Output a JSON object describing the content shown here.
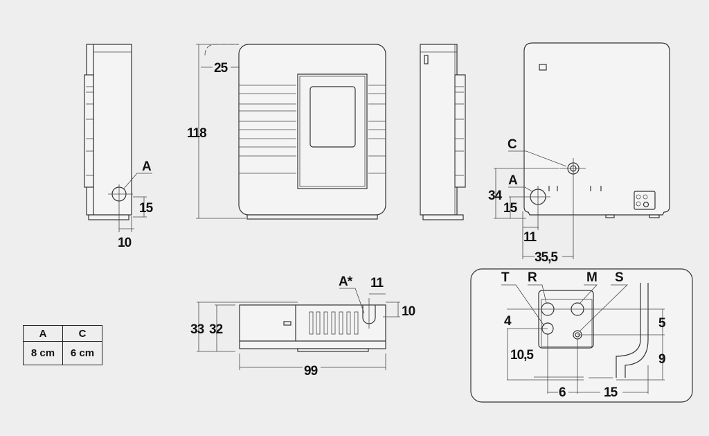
{
  "side_view": {
    "label_a": "A",
    "dim_height": "15",
    "dim_offset": "10"
  },
  "front_view": {
    "dim_depth": "25",
    "dim_height": "118"
  },
  "back_view": {
    "label_c": "C",
    "label_a": "A",
    "dim_34": "34",
    "dim_15": "15",
    "dim_11": "11",
    "dim_35_5": "35,5"
  },
  "top_view": {
    "label_a_star": "A*",
    "dim_11": "11",
    "dim_10": "10",
    "dim_33": "33",
    "dim_32": "32",
    "dim_99": "99"
  },
  "detail": {
    "label_t": "T",
    "label_r": "R",
    "label_m": "M",
    "label_s": "S",
    "dim_4": "4",
    "dim_10_5": "10,5",
    "dim_6": "6",
    "dim_15": "15",
    "dim_5": "5",
    "dim_9": "9"
  },
  "table": {
    "headers": [
      "A",
      "C"
    ],
    "values": [
      "8 cm",
      "6 cm"
    ]
  }
}
